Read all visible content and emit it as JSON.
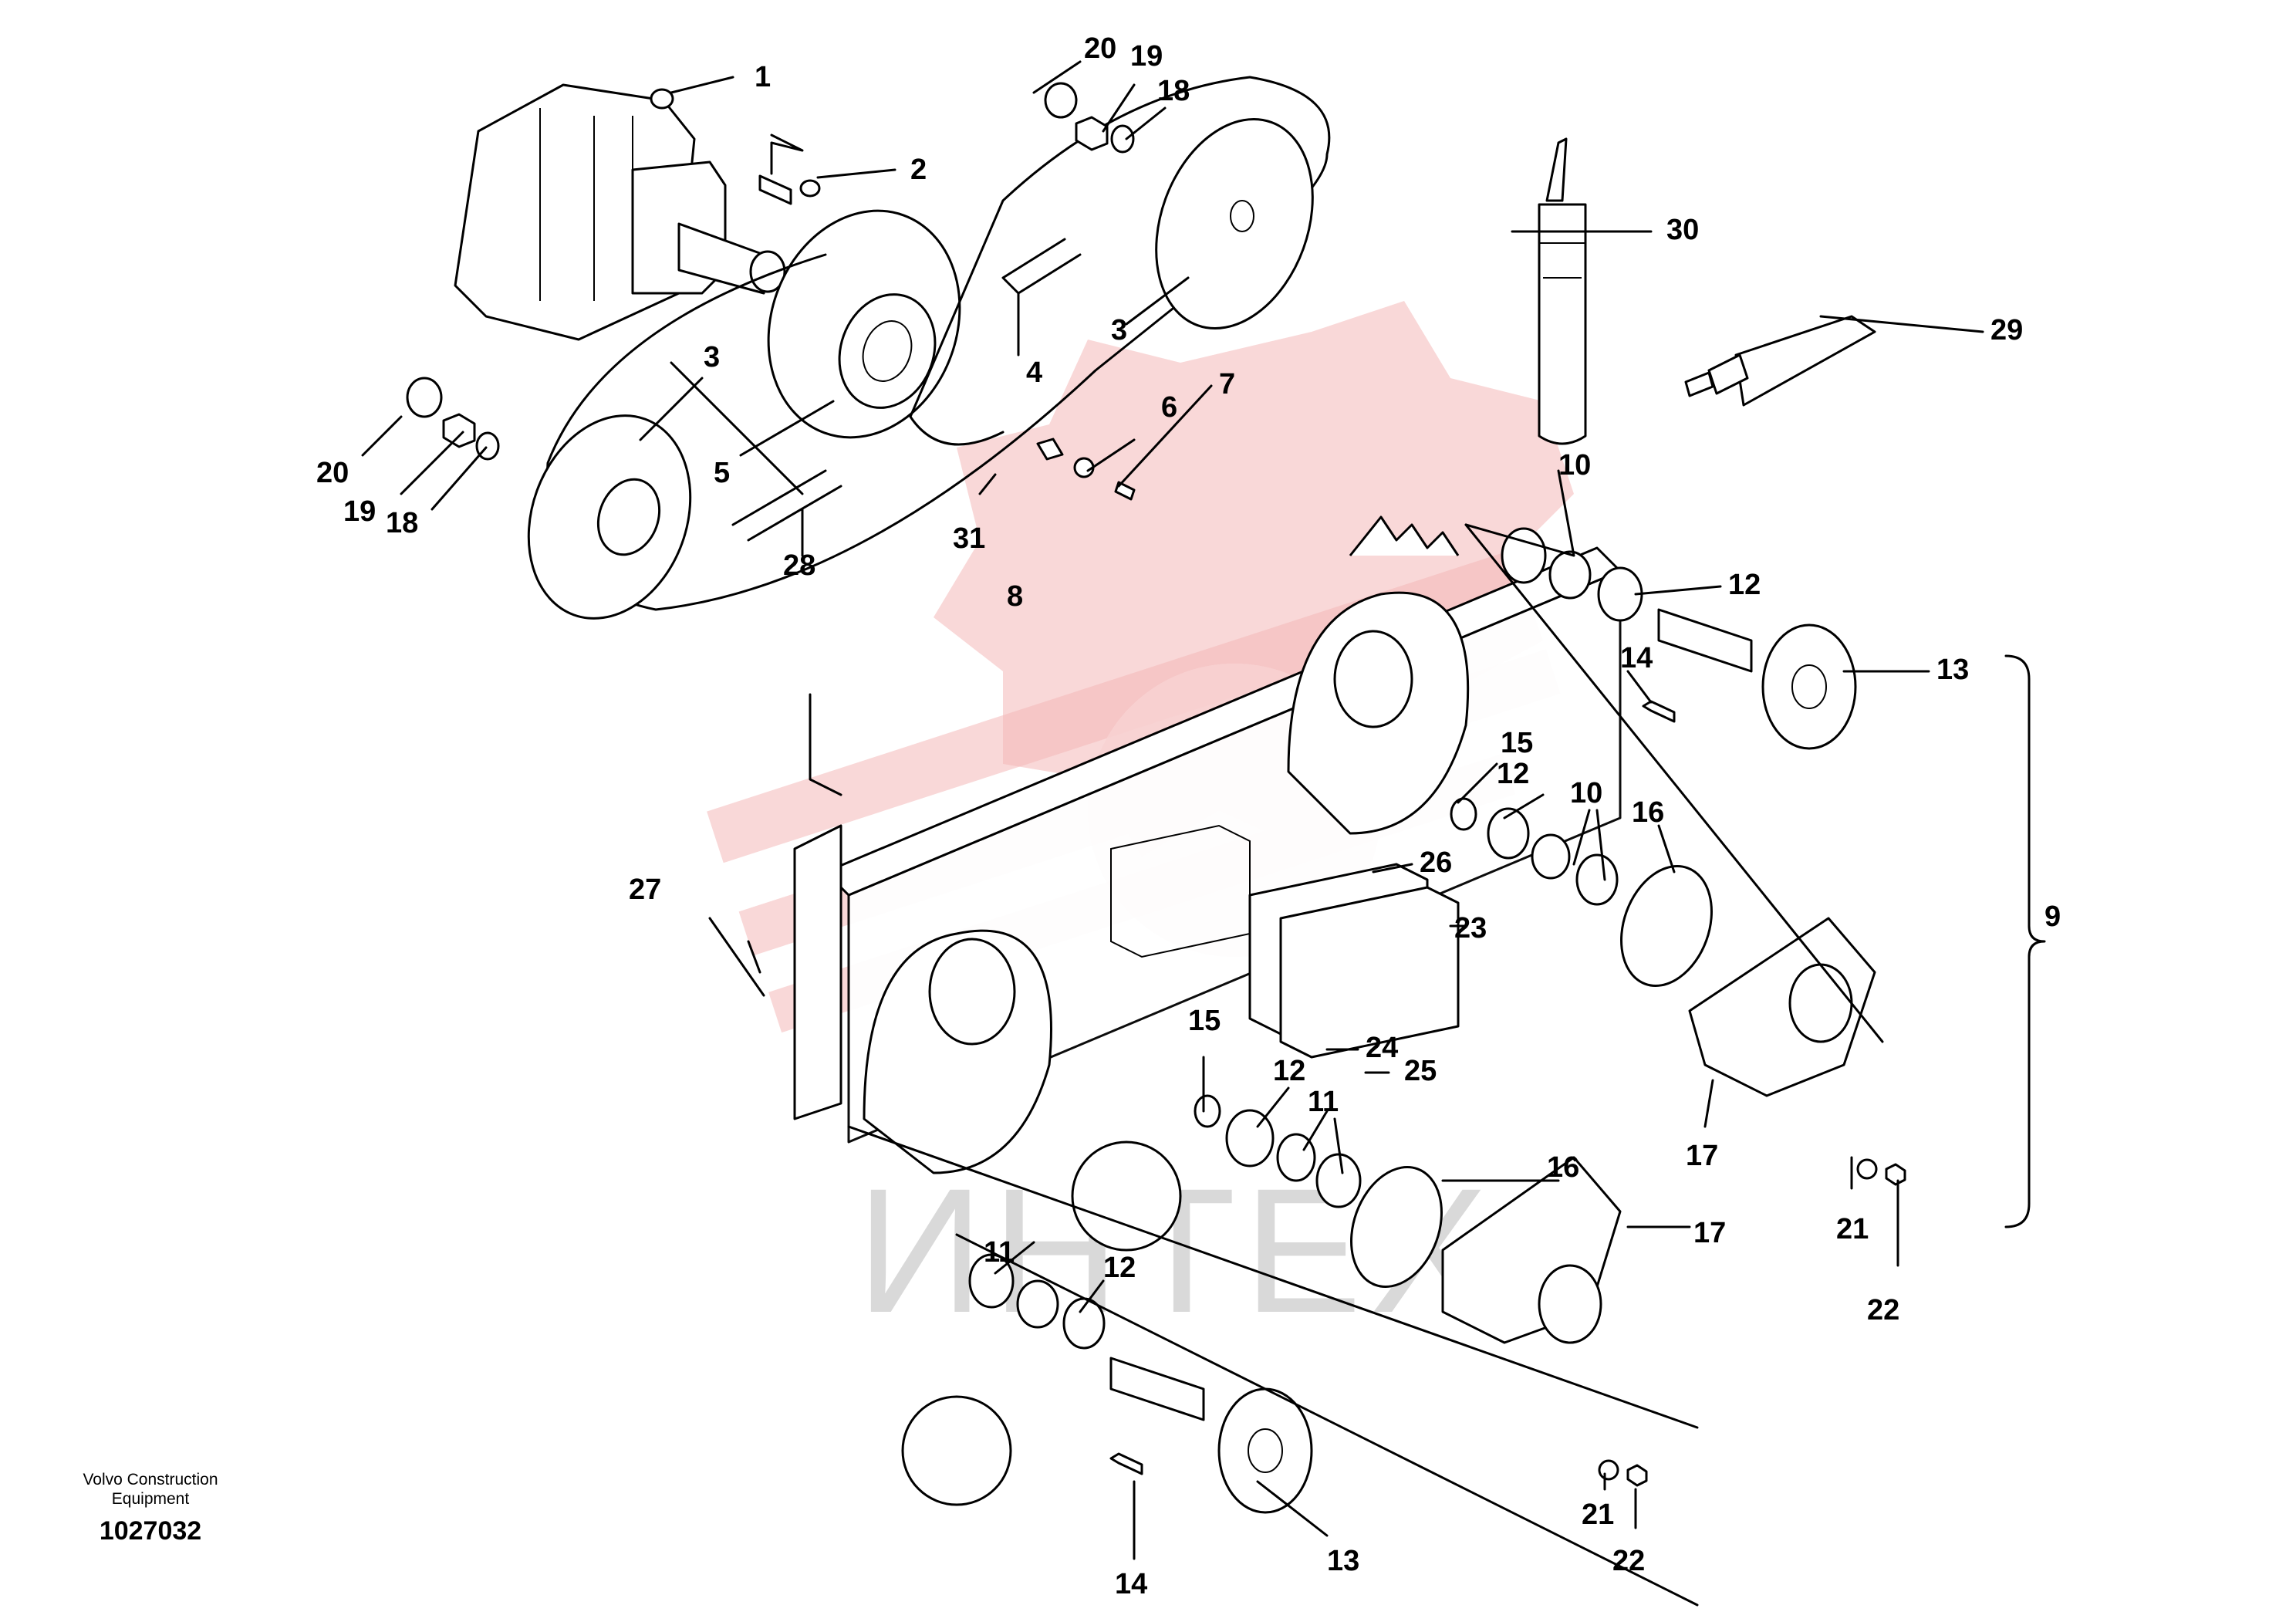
{
  "watermark": {
    "text": "ИНТЕХ",
    "color": "#f4b8b8"
  },
  "footer": {
    "caption_line1": "Volvo Construction",
    "caption_line2": "Equipment",
    "drawing_number": "1027032"
  },
  "callouts": [
    {
      "id": "c1",
      "text": "1"
    },
    {
      "id": "c2",
      "text": "2"
    },
    {
      "id": "c3a",
      "text": "3"
    },
    {
      "id": "c3b",
      "text": "3"
    },
    {
      "id": "c4",
      "text": "4"
    },
    {
      "id": "c5",
      "text": "5"
    },
    {
      "id": "c6",
      "text": "6"
    },
    {
      "id": "c7",
      "text": "7"
    },
    {
      "id": "c8",
      "text": "8"
    },
    {
      "id": "c9",
      "text": "9"
    },
    {
      "id": "c10a",
      "text": "10"
    },
    {
      "id": "c10b",
      "text": "10"
    },
    {
      "id": "c11a",
      "text": "11"
    },
    {
      "id": "c11b",
      "text": "11"
    },
    {
      "id": "c12a",
      "text": "12"
    },
    {
      "id": "c12b",
      "text": "12"
    },
    {
      "id": "c12c",
      "text": "12"
    },
    {
      "id": "c12d",
      "text": "12"
    },
    {
      "id": "c13a",
      "text": "13"
    },
    {
      "id": "c13b",
      "text": "13"
    },
    {
      "id": "c14a",
      "text": "14"
    },
    {
      "id": "c14b",
      "text": "14"
    },
    {
      "id": "c15a",
      "text": "15"
    },
    {
      "id": "c15b",
      "text": "15"
    },
    {
      "id": "c16a",
      "text": "16"
    },
    {
      "id": "c16b",
      "text": "16"
    },
    {
      "id": "c17a",
      "text": "17"
    },
    {
      "id": "c17b",
      "text": "17"
    },
    {
      "id": "c18a",
      "text": "18"
    },
    {
      "id": "c18b",
      "text": "18"
    },
    {
      "id": "c19a",
      "text": "19"
    },
    {
      "id": "c19b",
      "text": "19"
    },
    {
      "id": "c20a",
      "text": "20"
    },
    {
      "id": "c20b",
      "text": "20"
    },
    {
      "id": "c21a",
      "text": "21"
    },
    {
      "id": "c21b",
      "text": "21"
    },
    {
      "id": "c22a",
      "text": "22"
    },
    {
      "id": "c22b",
      "text": "22"
    },
    {
      "id": "c23",
      "text": "23"
    },
    {
      "id": "c24",
      "text": "24"
    },
    {
      "id": "c25",
      "text": "25"
    },
    {
      "id": "c26",
      "text": "26"
    },
    {
      "id": "c27",
      "text": "27"
    },
    {
      "id": "c28",
      "text": "28"
    },
    {
      "id": "c29",
      "text": "29"
    },
    {
      "id": "c30",
      "text": "30"
    },
    {
      "id": "c31",
      "text": "31"
    }
  ]
}
